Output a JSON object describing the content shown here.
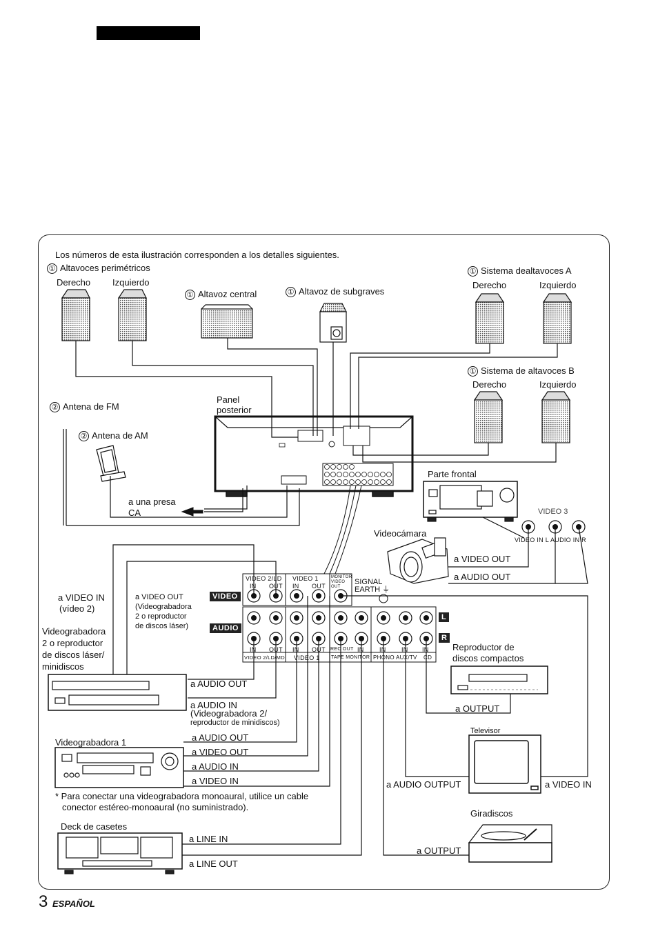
{
  "intro": "Los números de esta ilustración corresponden a los detalles siguientes.",
  "callouts": {
    "one": "①",
    "two": "②"
  },
  "speakers": {
    "surround": "Altavoces perimétricos",
    "center": "Altavoz central",
    "subwoofer": "Altavoz de subgraves",
    "system_a": "Sistema dealtavoces A",
    "system_b": "Sistema de altavoces B",
    "right": "Derecho",
    "left": "Izquierdo"
  },
  "antennas": {
    "fm": "Antena de FM",
    "am": "Antena de AM"
  },
  "receiver": {
    "rear_panel_1": "Panel",
    "rear_panel_2": "posterior",
    "front_panel": "Parte frontal",
    "ac_outlet_1": "a una presa",
    "ac_outlet_2": "CA"
  },
  "camcorder": {
    "label": "Videocámara",
    "video3": "VIDEO 3",
    "jack_labels": "VIDEO IN   L  AUDIO IN  R",
    "to_video_out": "a VIDEO OUT",
    "to_audio_out": "a AUDIO OUT"
  },
  "jack_panel": {
    "video2_header": "VIDEO 2/LD",
    "video1_header": "VIDEO 1",
    "monitor_header": "MONITOR VIDEO OUT",
    "in": "IN",
    "out": "OUT",
    "signal_earth_1": "SIGNAL",
    "signal_earth_2": "EARTH ⏚",
    "video_tag": "VIDEO",
    "audio_tag": "AUDIO",
    "l_tag": "L",
    "r_tag": "R",
    "bottom_labels": [
      "IN",
      "OUT",
      "IN",
      "OUT",
      "REC OUT",
      "IN",
      "IN",
      "IN",
      "IN"
    ],
    "section_labels": [
      "VIDEO 2/LD/MD",
      "VIDEO 1",
      "TAPE MONITOR",
      "PHONO",
      "AUX/TV",
      "CD"
    ]
  },
  "vcr2": {
    "to_video_in": "a VIDEO IN",
    "to_video_in_sub": "(vídeo 2)",
    "label_1": "Videograbadora",
    "label_2": "2 o reproductor",
    "label_3": "de discos láser/",
    "label_4": "minidiscos",
    "video_out_1": "a VIDEO OUT",
    "video_out_2": "(Videograbadora",
    "video_out_3": "2 o reproductor",
    "video_out_4": "de discos láser)",
    "audio_out": "a AUDIO OUT",
    "audio_in_1": "a AUDIO IN",
    "audio_in_2": "(Videograbadora 2/",
    "audio_in_3": "reproductor de minidiscos)"
  },
  "vcr1": {
    "label": "Videograbadora 1",
    "audio_out": "a AUDIO OUT",
    "video_out": "a VIDEO OUT",
    "audio_in": "a AUDIO IN",
    "video_in": "a VIDEO IN"
  },
  "note_1": "* Para conectar una videograbadora monoaural, utilice un cable",
  "note_2": "conector estéreo-monoaural (no suministrado).",
  "tape_deck": {
    "label": "Deck de casetes",
    "line_in": "a LINE IN",
    "line_out": "a LINE OUT"
  },
  "cd_player": {
    "label_1": "Reproductor de",
    "label_2": "discos compactos",
    "output": "a OUTPUT"
  },
  "tv": {
    "label": "Televisor",
    "audio_output": "a AUDIO OUTPUT",
    "video_in": "a VIDEO IN"
  },
  "turntable": {
    "label": "Giradiscos",
    "output": "a OUTPUT"
  },
  "footer": {
    "page": "3",
    "language": "ESPAÑOL"
  }
}
